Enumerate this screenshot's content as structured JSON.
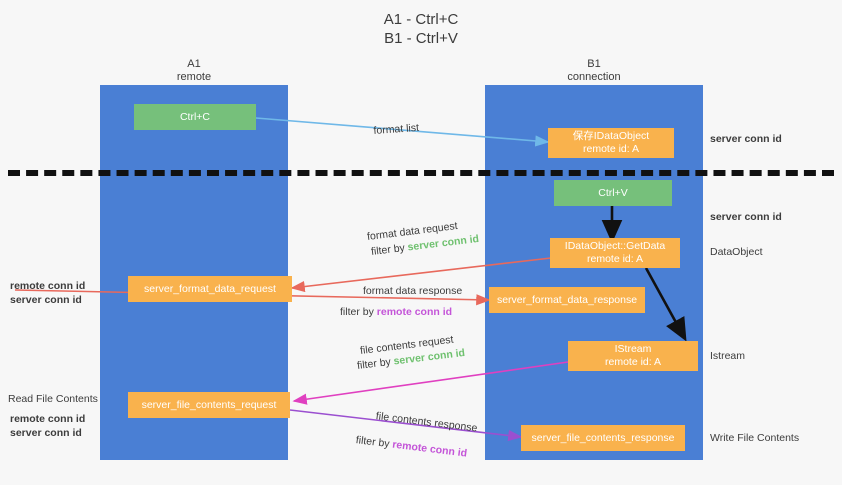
{
  "title": {
    "line1": "A1 - Ctrl+C",
    "line2": "B1 - Ctrl+V"
  },
  "columns": [
    {
      "name": "A1",
      "sub": "remote"
    },
    {
      "name": "B1",
      "sub": "connection"
    }
  ],
  "nodes": {
    "ctrl_c": "Ctrl+C",
    "ctrl_v": "Ctrl+V",
    "save_idataobject_l1": "保存IDataObject",
    "save_idataobject_l2": "remote id: A",
    "getdata_l1": "IDataObject::GetData",
    "getdata_l2": "remote id: A",
    "istream_l1": "IStream",
    "istream_l2": "remote id: A",
    "server_format_data_request": "server_format_data_request",
    "server_format_data_response": "server_format_data_response",
    "server_file_contents_request": "server_file_contents_request",
    "server_file_contents_response": "server_file_contents_response"
  },
  "annotations": {
    "format_list": "format list",
    "format_data_request": "format data request",
    "filter_by": "filter by ",
    "server_conn_id": "server conn id",
    "remote_conn_id": "remote conn id",
    "format_data_response": "format data response",
    "file_contents_request": "file contents request",
    "file_contents_response": "file contents response"
  },
  "right_labels": {
    "server_conn_id_top": "server conn id",
    "server_conn_id_mid": "server conn id",
    "dataobject": "DataObject",
    "istream": "Istream",
    "write_file_contents": "Write File Contents"
  },
  "left_labels": {
    "remote_conn_id_1": "remote conn id",
    "server_conn_id_1": "server conn id",
    "read_file_contents": "Read File Contents",
    "remote_conn_id_2": "remote conn id",
    "server_conn_id_2": "server conn id"
  },
  "colors": {
    "lane": "#4a7fd4",
    "green_node": "#76c07b",
    "orange_node": "#f9b24d",
    "green_text": "#6fc16f",
    "magenta_text": "#c455d8",
    "arrow_blue": "#6fb8e8",
    "arrow_red": "#e8695c",
    "arrow_magenta": "#e040c0",
    "arrow_purple": "#9b4fd0",
    "arrow_black": "#111111",
    "background": "#f7f7f7"
  }
}
